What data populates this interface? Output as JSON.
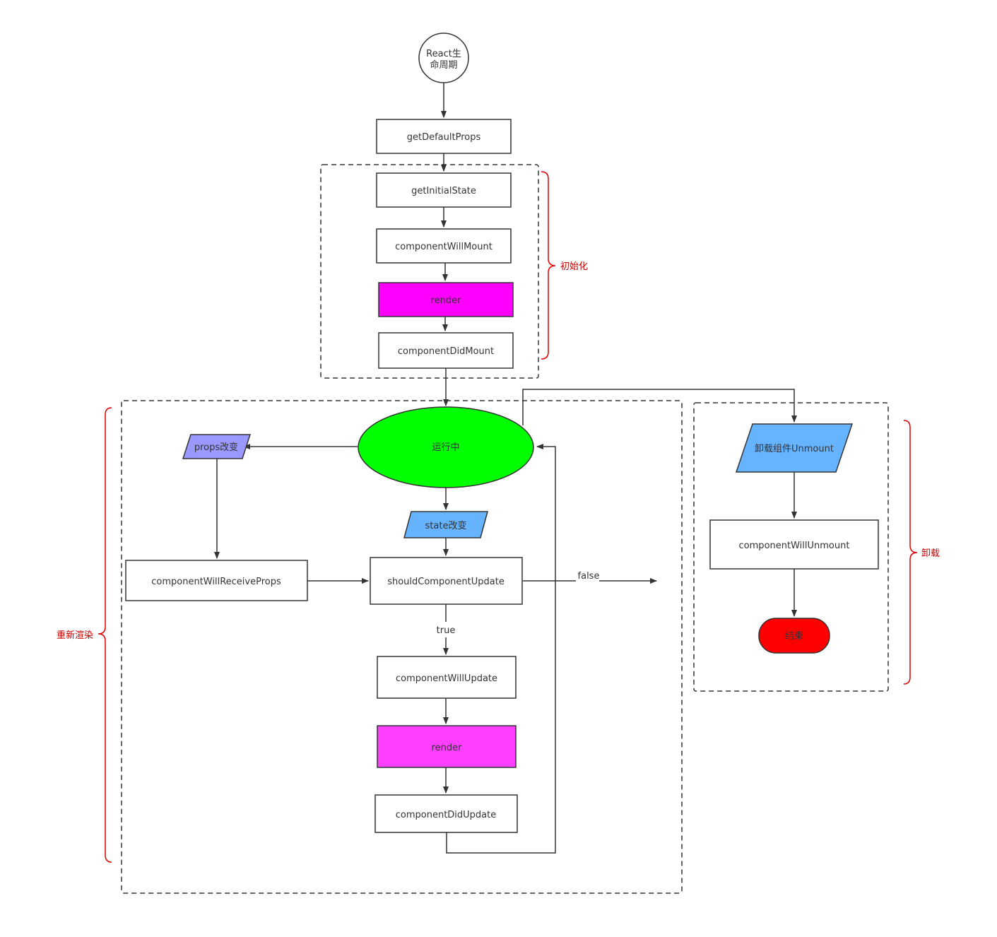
{
  "colors": {
    "line": "#333333",
    "bracket": "#e00000",
    "bracket_text": "#cc0000",
    "render_init": "#ff00ff",
    "render_update": "#ff3fff",
    "running": "#00ff00",
    "props_change": "#9999ff",
    "state_change": "#66b3ff",
    "unmount": "#66b3ff",
    "end": "#ff0000",
    "default_fill": "#ffffff"
  },
  "nodes": {
    "start_line1": "React生",
    "start_line2": "命周期",
    "get_default_props": "getDefaultProps",
    "get_initial_state": "getInitialState",
    "component_will_mount": "componentWillMount",
    "render_init": "render",
    "component_did_mount": "componentDidMount",
    "running": "运行中",
    "props_change": "props改变",
    "state_change": "state改变",
    "component_will_receive_props": "componentWillReceiveProps",
    "should_component_update": "shouldComponentUpdate",
    "component_will_update": "componentWillUpdate",
    "render_update": "render",
    "component_did_update": "componentDidUpdate",
    "unmount": "卸载组件Unmount",
    "component_will_unmount": "componentWillUnmount",
    "end": "结束"
  },
  "edge_labels": {
    "true": "true",
    "false": "false"
  },
  "groups": {
    "init": "初始化",
    "rerender": "重新渲染",
    "unload": "卸载"
  }
}
